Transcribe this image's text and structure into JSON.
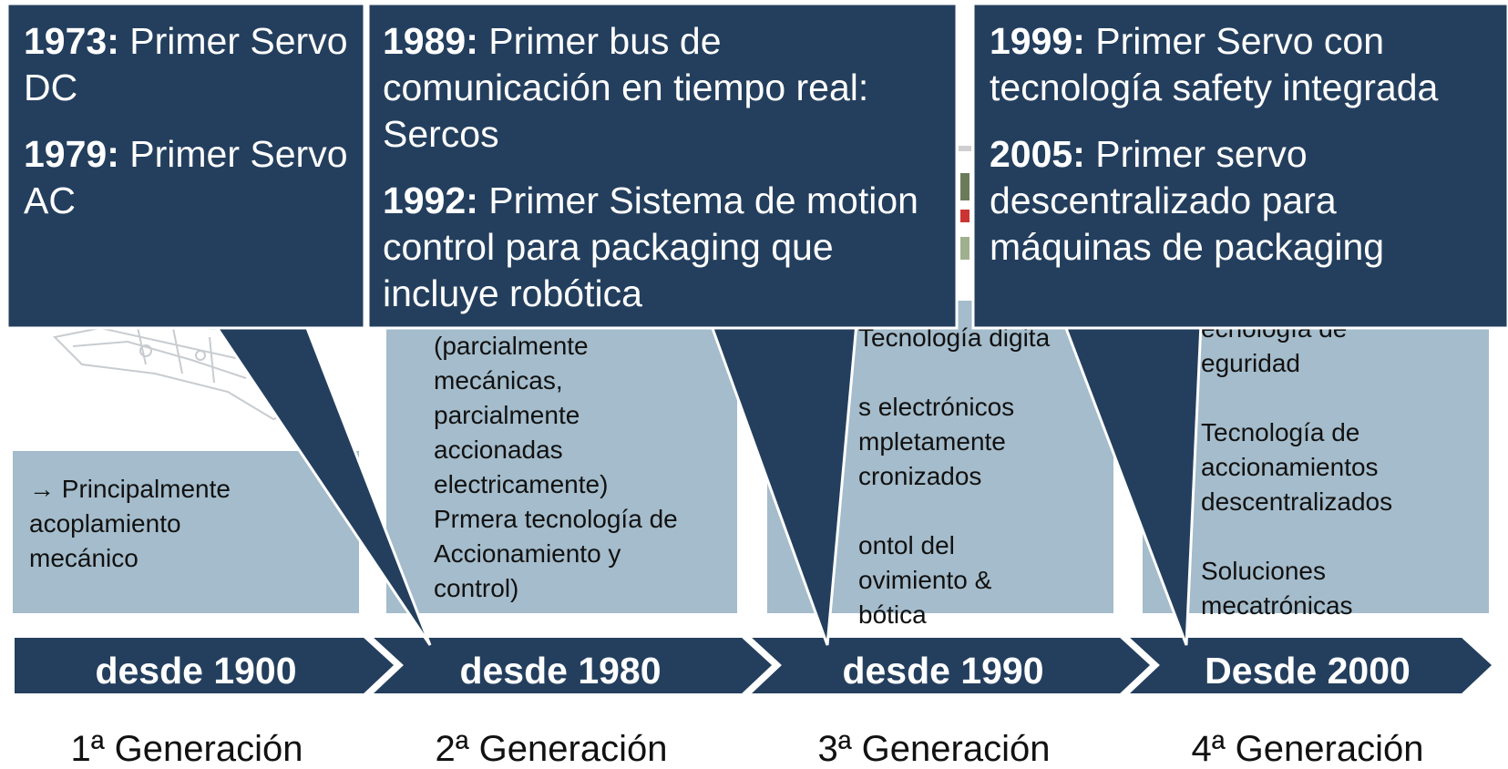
{
  "colors": {
    "navy": "#243f5e",
    "panel_blue": "#a4bccb",
    "white": "#ffffff"
  },
  "generations": [
    {
      "era_label": "desde 1900",
      "generation_label": "1ª Generación",
      "panel_text": "→ Principalmente\n    acoplamiento\n    mecánico"
    },
    {
      "era_label": "desde 1980",
      "generation_label": "2ª Generación",
      "panel_text": "(parcialmente\nmecánicas,\nparcialmente\naccionadas\nelectricamente)\nPrmera tecnología de\nAccionamiento y\ncontrol)"
    },
    {
      "era_label": "desde 1990",
      "generation_label": "3ª Generación",
      "panel_text": "Tecnología digita\n\ns electrónicos\nmpletamente\ncronizados\n\nontol del\novimiento &\nbótica"
    },
    {
      "era_label": "Desde 2000",
      "generation_label": "4ª Generación",
      "panel_text": "ecnología de\neguridad\n\nTecnología de\naccionamientos\ndescentralizados\n\nSoluciones\nmecatrónicas"
    }
  ],
  "callouts": [
    {
      "entries": [
        {
          "year": "1973:",
          "text": "Primer Servo DC"
        },
        {
          "year": "1979:",
          "text": "Primer Servo AC"
        }
      ]
    },
    {
      "entries": [
        {
          "year": "1989:",
          "text": "Primer bus de comunicación en tiempo real: Sercos"
        },
        {
          "year": "1992:",
          "text": "Primer Sistema de motion control para packaging que incluye robótica"
        }
      ]
    },
    {
      "entries": [
        {
          "year": "1999:",
          "text": "Primer Servo con tecnología safety integrada"
        },
        {
          "year": "2005:",
          "text": "Primer servo descentralizado para máquinas de packaging"
        }
      ]
    }
  ]
}
